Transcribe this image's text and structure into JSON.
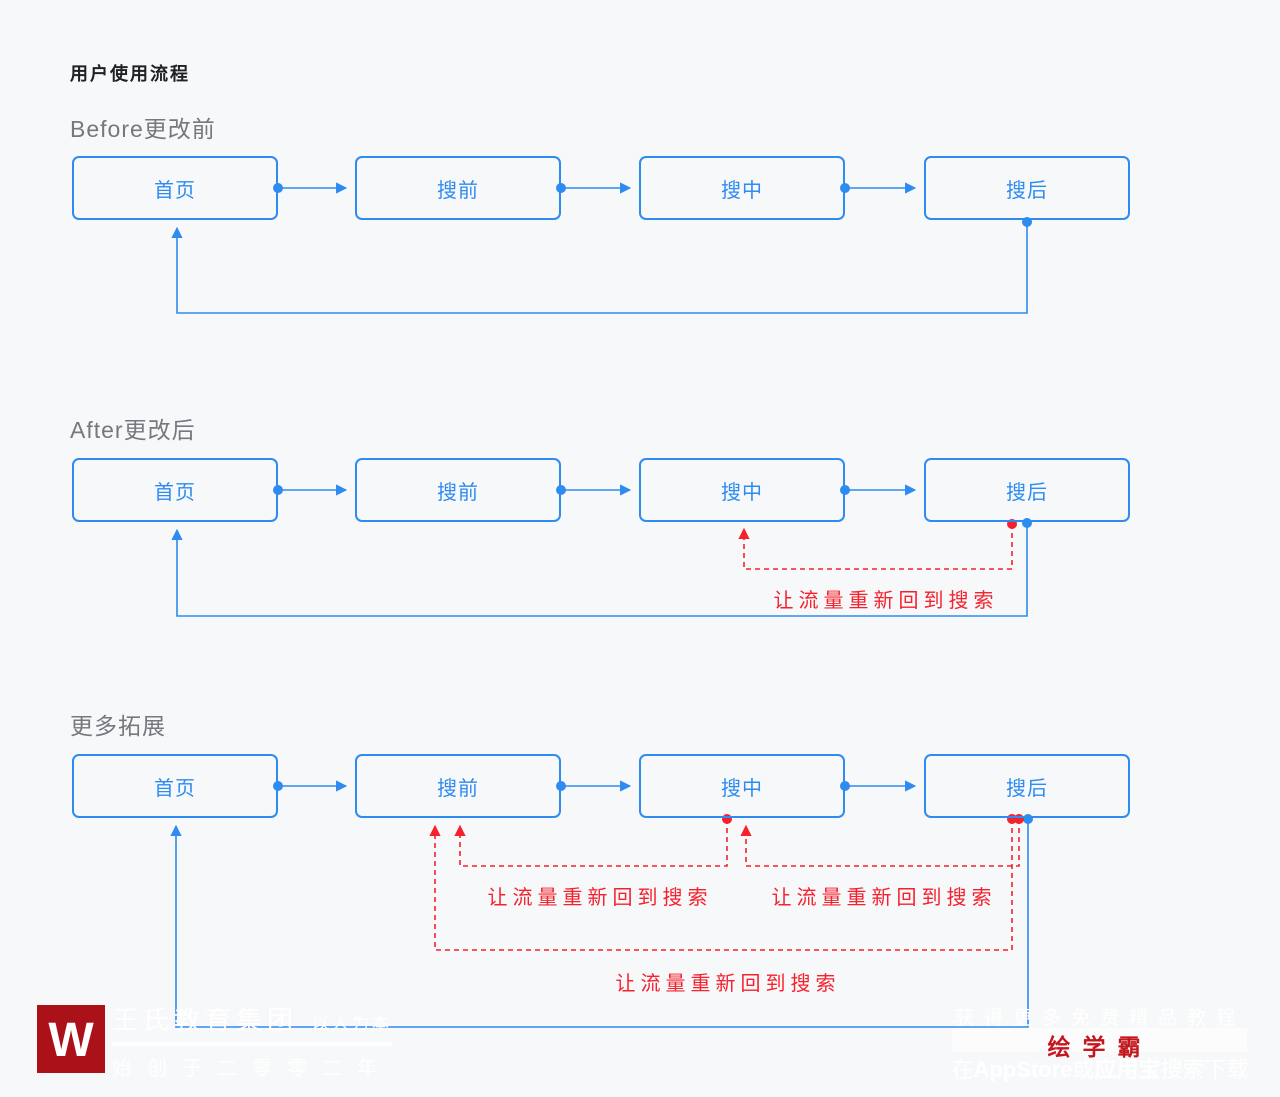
{
  "page": {
    "title": "用户使用流程"
  },
  "colors": {
    "blue": "#2e8bf0",
    "red": "#f5222d",
    "brand_red": "#c4161d",
    "logo_red": "#ab1118"
  },
  "sections": [
    {
      "heading": "Before更改前",
      "nodes": [
        "首页",
        "搜前",
        "搜中",
        "搜后"
      ]
    },
    {
      "heading": "After更改后",
      "nodes": [
        "首页",
        "搜前",
        "搜中",
        "搜后"
      ],
      "annotation": "让流量重新回到搜索"
    },
    {
      "heading": "更多拓展",
      "nodes": [
        "首页",
        "搜前",
        "搜中",
        "搜后"
      ],
      "annotations": [
        "让流量重新回到搜索",
        "让流量重新回到搜索",
        "让流量重新回到搜索"
      ]
    }
  ],
  "watermark_left": {
    "logo_letter": "W",
    "company": "王氏教育集团",
    "slogan": "以人为本",
    "since": "始创于二零零二年"
  },
  "watermark_right": {
    "line1": "获得更多免费精品教程",
    "brand": "绘学霸",
    "line2_prefix": "在",
    "line2_store": "AppStore",
    "line2_mid": "或",
    "line2_app": "应用宝",
    "line2_suffix": "搜索下载"
  }
}
